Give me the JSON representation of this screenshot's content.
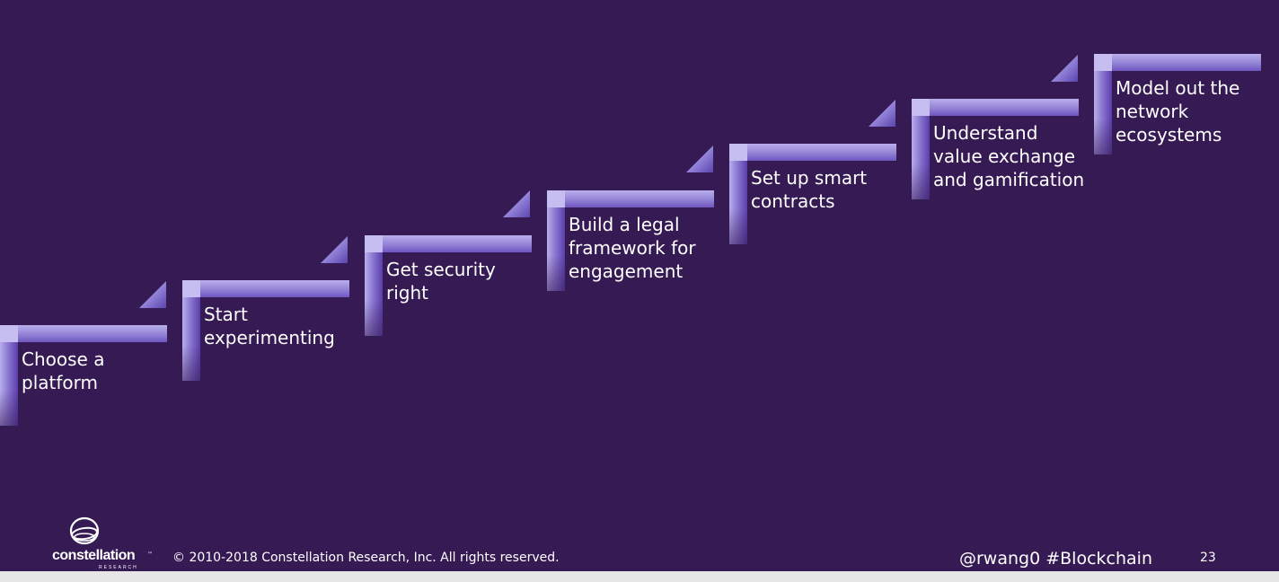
{
  "steps": [
    {
      "label": "Choose a platform"
    },
    {
      "label": "Start experimenting"
    },
    {
      "label": "Get security right"
    },
    {
      "label": "Build a legal framework for engagement"
    },
    {
      "label": "Set up smart contracts"
    },
    {
      "label": "Understand value exchange and gamification"
    },
    {
      "label": "Model out the network ecosystems"
    }
  ],
  "footer": {
    "logo_text": "constellation",
    "logo_sub": "RESEARCH",
    "logo_tm": "™",
    "copyright": "© 2010-2018 Constellation Research, Inc. All rights reserved.",
    "handle": "@rwang0 #Blockchain",
    "page_number": "23"
  },
  "colors": {
    "background": "#361A54",
    "step_light": "#B9AEEC",
    "step_dark": "#5A3EAA",
    "text": "#FFFFFF"
  }
}
